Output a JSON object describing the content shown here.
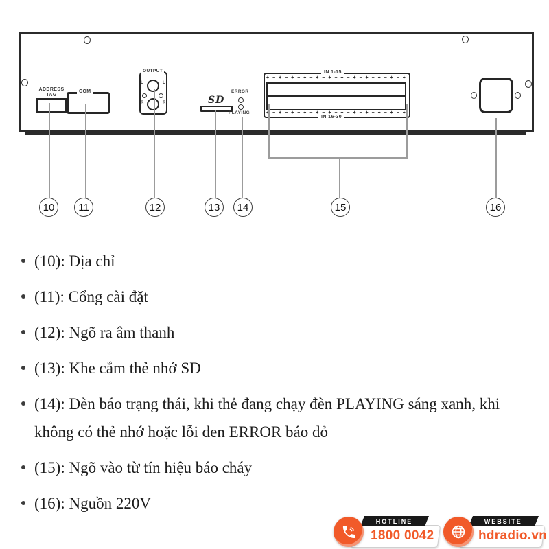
{
  "diagram": {
    "panel_labels": {
      "address_tag": "ADDRESS\nTAG",
      "com": "COM",
      "output": "OUTPUT",
      "channel_left": "L",
      "channel_right": "R",
      "sd": "SD",
      "error": "ERROR",
      "playing": "PLAYING",
      "in_top": "IN 1-15",
      "in_bottom": "IN 16-30",
      "terminal_strip": "+ − + − + − + − + − + − + − + − + − + − + − + − + − + − + − + −"
    },
    "callouts": [
      "10",
      "11",
      "12",
      "13",
      "14",
      "15",
      "16"
    ]
  },
  "legend": {
    "items": [
      "(10): Địa chỉ",
      "(11): Cổng cài đặt",
      "(12): Ngõ ra âm thanh",
      "(13): Khe cắm thẻ nhớ SD",
      "(14): Đèn báo trạng thái, khi thẻ đang chạy đèn PLAYING sáng xanh, khi không có thẻ nhớ hoặc lỗi đen ERROR báo đỏ",
      "(15): Ngõ vào từ tín hiệu báo cháy",
      "(16): Nguồn 220V"
    ]
  },
  "footer": {
    "accent_color": "#f15a29",
    "hotline": {
      "label": "HOTLINE",
      "value": "1800 0042"
    },
    "website": {
      "label": "WEBSITE",
      "value": "hdradio.vn"
    }
  }
}
